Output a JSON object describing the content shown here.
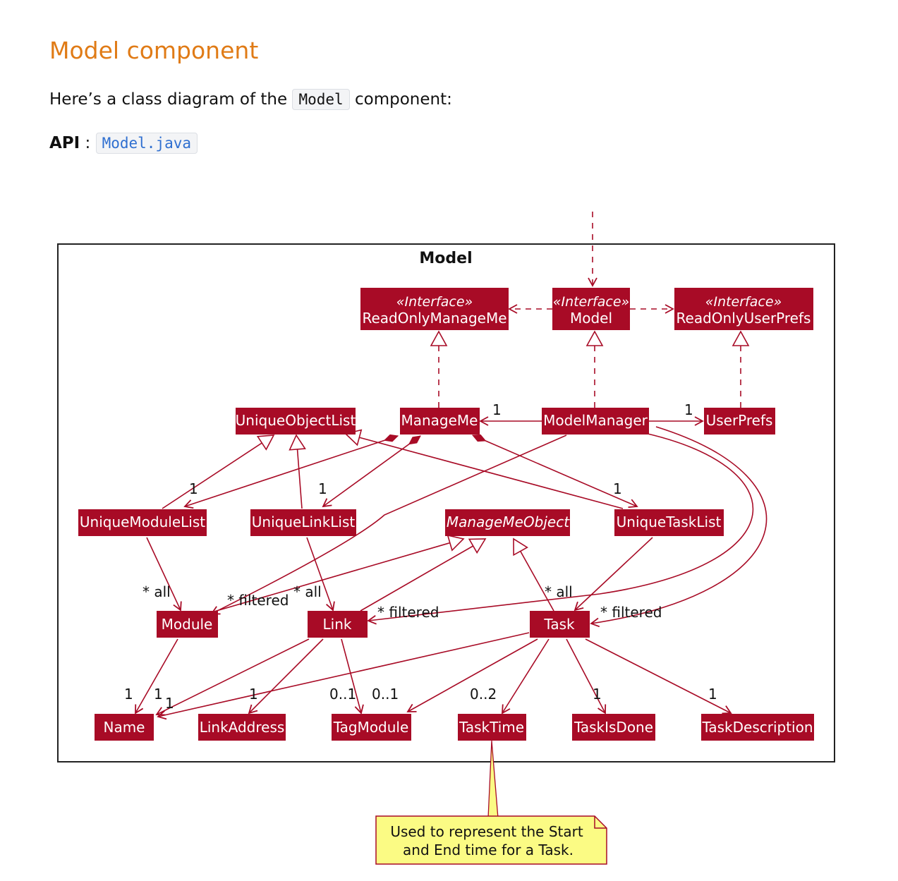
{
  "heading": "Model component",
  "intro": {
    "before": "Here’s a class diagram of the ",
    "code": "Model",
    "after": " component:"
  },
  "api": {
    "label": "API",
    "separator": " : ",
    "link": "Model.java"
  },
  "diagram": {
    "package_title": "Model",
    "stereotype": "«Interface»",
    "classes": {
      "read_only_manage_me": "ReadOnlyManageMe",
      "model": "Model",
      "read_only_user_prefs": "ReadOnlyUserPrefs",
      "unique_object_list": "UniqueObjectList",
      "manage_me": "ManageMe",
      "model_manager": "ModelManager",
      "user_prefs": "UserPrefs",
      "unique_module_list": "UniqueModuleList",
      "unique_link_list": "UniqueLinkList",
      "manage_me_object": "ManageMeObject",
      "unique_task_list": "UniqueTaskList",
      "module": "Module",
      "link": "Link",
      "task": "Task",
      "name": "Name",
      "link_address": "LinkAddress",
      "tag_module": "TagModule",
      "task_time": "TaskTime",
      "task_is_done": "TaskIsDone",
      "task_description": "TaskDescription"
    },
    "multiplicities": {
      "manage_me_from_manager": "1",
      "user_prefs": "1",
      "module_list": "1",
      "link_list": "1",
      "task_list": "1",
      "module_all": "* all",
      "module_filtered": "* filtered",
      "link_all": "* all",
      "link_filtered": "* filtered",
      "task_all": "* all",
      "task_filtered": "* filtered",
      "name_a": "1",
      "name_b": "1",
      "name_c": "1",
      "link_address": "1",
      "tag_module_a": "0..1",
      "tag_module_b": "0..1",
      "task_time": "0..2",
      "task_is_done": "1",
      "task_description": "1"
    },
    "note": {
      "line1": "Used to represent the Start",
      "line2": "and End time for a Task."
    },
    "colors": {
      "class_fill": "#a80b26",
      "class_text": "#ffffff",
      "edge": "#a80b26",
      "note_fill": "#fbfb84",
      "note_border": "#a80b26"
    }
  }
}
